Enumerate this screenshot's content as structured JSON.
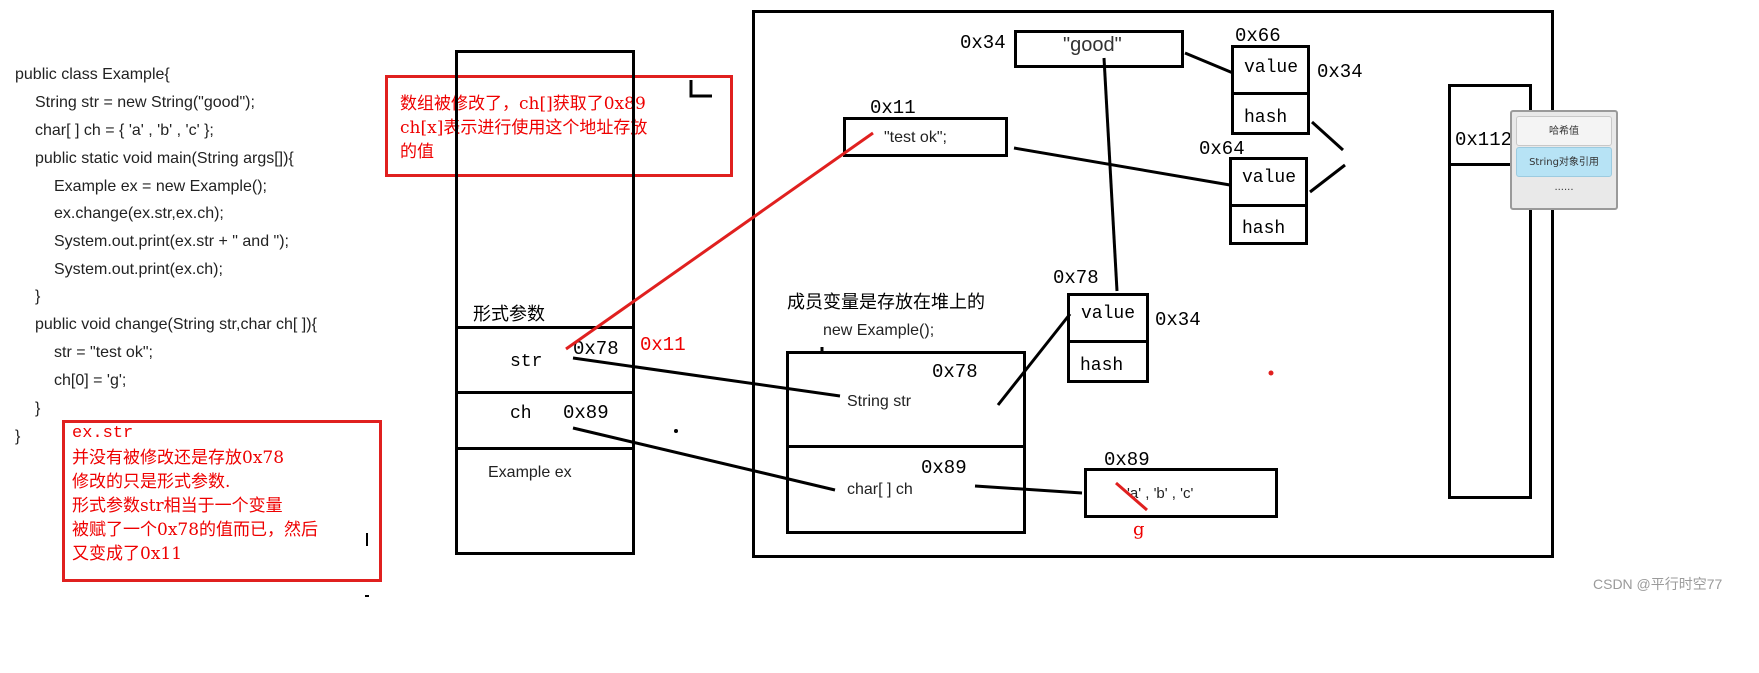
{
  "code": {
    "lines": [
      "public class Example{",
      "String str = new String(\"good\");",
      "char[ ] ch = { 'a' , 'b' , 'c' };",
      "public static void main(String args[]){",
      "Example ex = new Example();",
      "ex.change(ex.str,ex.ch);",
      "System.out.print(ex.str + \" and \");",
      "System.out.print(ex.ch);",
      "}",
      "public void change(String str,char ch[ ]){",
      "str = \"test ok\";",
      "ch[0] = 'g';",
      "}",
      "}"
    ]
  },
  "note_left": {
    "line1": "ex.str",
    "line2": "并没有被修改还是存放0x78",
    "line3": "修改的只是形式参数.",
    "line4": "形式参数str相当于一个变量",
    "line5": "被赋了一个0x78的值而已，然后",
    "line6": "又变成了0x11"
  },
  "note_top": {
    "line1": "数组被修改了，ch[]获取了0x89",
    "line2": "ch[x]表示进行使用这个地址存放",
    "line3": "的值"
  },
  "stack": {
    "params_label": "形式参数",
    "str_label": "str",
    "str_addr": "0x78",
    "str_new_addr": "0x11",
    "ch_label": "ch",
    "ch_addr": "0x89",
    "ex_label": "Example ex"
  },
  "heap": {
    "good_addr": "0x34",
    "good_label": "\"good\"",
    "testok_addr": "0x11",
    "testok_label": "\"test ok\";",
    "member_caption": "成员变量是存放在堆上的",
    "new_example": "new Example();",
    "obj_str_addr": "0x78",
    "obj_str_label": "String str",
    "obj_ch_addr": "0x89",
    "obj_ch_label": "char[ ] ch",
    "array_addr": "0x89",
    "array_label": "'a' , 'b' , 'c'",
    "array_new_value": "g",
    "obj66_addr": "0x66",
    "obj66_value": "value",
    "obj66_value_addr": "0x34",
    "obj66_hash": "hash",
    "obj64_addr": "0x64",
    "obj64_value": "value",
    "obj64_hash": "hash",
    "obj78_addr": "0x78",
    "obj78_value": "value",
    "obj78_value_addr": "0x34",
    "obj78_hash": "hash",
    "pool_addr": "0x1122"
  },
  "legend": {
    "row1": "哈希值",
    "row2": "String对象引用",
    "row3": "......"
  },
  "watermark": "CSDN @平行时空77",
  "colors": {
    "annotation_red": "#e0201f",
    "legend_blue": "#b7e3f5"
  }
}
